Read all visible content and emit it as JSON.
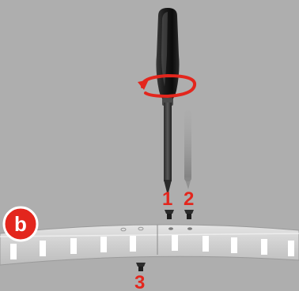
{
  "diagram": {
    "badge": {
      "label": "b"
    },
    "steps": [
      {
        "label": "1"
      },
      {
        "label": "2"
      },
      {
        "label": "3"
      }
    ],
    "colors": {
      "background": "#aeaeae",
      "accent": "#e3261d",
      "tool_dark": "#222222",
      "rail": "#d2d2d2"
    },
    "icons": [
      "screwdriver-icon",
      "rotation-arrow-icon",
      "screw-icon"
    ]
  }
}
